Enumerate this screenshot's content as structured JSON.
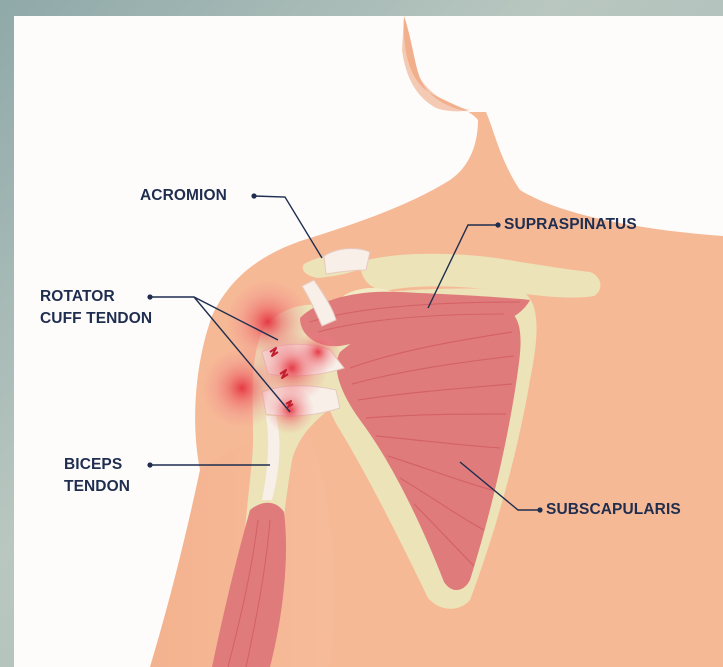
{
  "labels": {
    "acromion": "ACROMION",
    "supraspinatus": "SUPRASPINATUS",
    "rotator_cuff_line1": "ROTATOR",
    "rotator_cuff_line2": "CUFF TENDON",
    "biceps_line1": "BICEPS",
    "biceps_line2": "TENDON",
    "subscapularis": "SUBSCAPULARIS"
  },
  "colors": {
    "background_edge": "#9fb3b3",
    "panel": "#fdfcfb",
    "skin": "#f6b996",
    "skin_shadow": "#eea986",
    "bone": "#ece3b8",
    "muscle": "#e07b7c",
    "muscle_dark": "#c94f57",
    "tendon": "#f7efe8",
    "inflammation": "#e5323f",
    "label_text": "#1f2d4f",
    "leader_line": "#1f2d4f"
  }
}
